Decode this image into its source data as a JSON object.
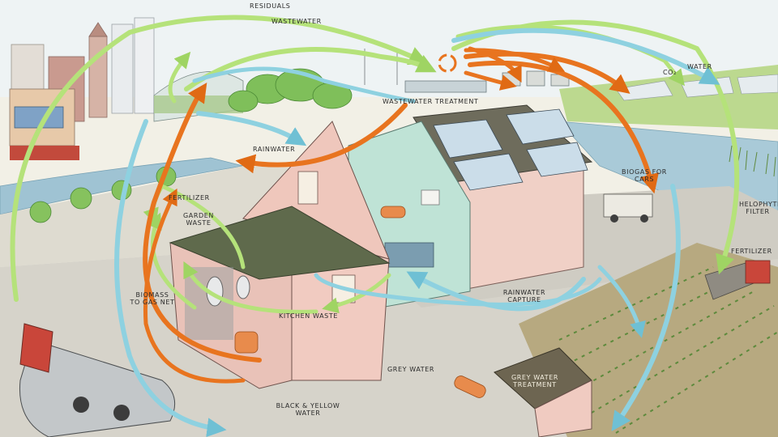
{
  "labels": {
    "residuals": "RESIDUALS",
    "wastewater": "WASTEWATER",
    "wastewater_treatment": "WASTEWATER TREATMENT",
    "co2": "CO₂",
    "water": "WATER",
    "rainwater": "RAINWATER",
    "biogas_for_cars": "BIOGAS FOR CARS",
    "helophyte_filter": "HELOPHYTE FILTER",
    "fertilizer_left": "FERTILIZER",
    "fertilizer_right": "FERTILIZER",
    "garden_waste": "GARDEN WASTE",
    "biomass_to_gas_net": "BIOMASS TO GAS NET",
    "kitchen_waste": "KITCHEN WASTE",
    "rainwater_capture": "RAINWATER CAPTURE",
    "grey_water": "GREY WATER",
    "grey_water_treatment": "GREY WATER TREATMENT",
    "black_yellow_water": "BLACK & YELLOW WATER"
  },
  "colors": {
    "sky": "#eef3f4",
    "grass": "#b9d98a",
    "road": "#d8d5cc",
    "canal": "#9fc3d3",
    "house_wall": "#f0c9c0",
    "roof": "#6c6a58",
    "solar": "#c9dbe8",
    "arrow_green": "#b5e27a",
    "arrow_blue": "#8ed1e0",
    "arrow_orange": "#e8741f",
    "soil": "#a99a73"
  }
}
